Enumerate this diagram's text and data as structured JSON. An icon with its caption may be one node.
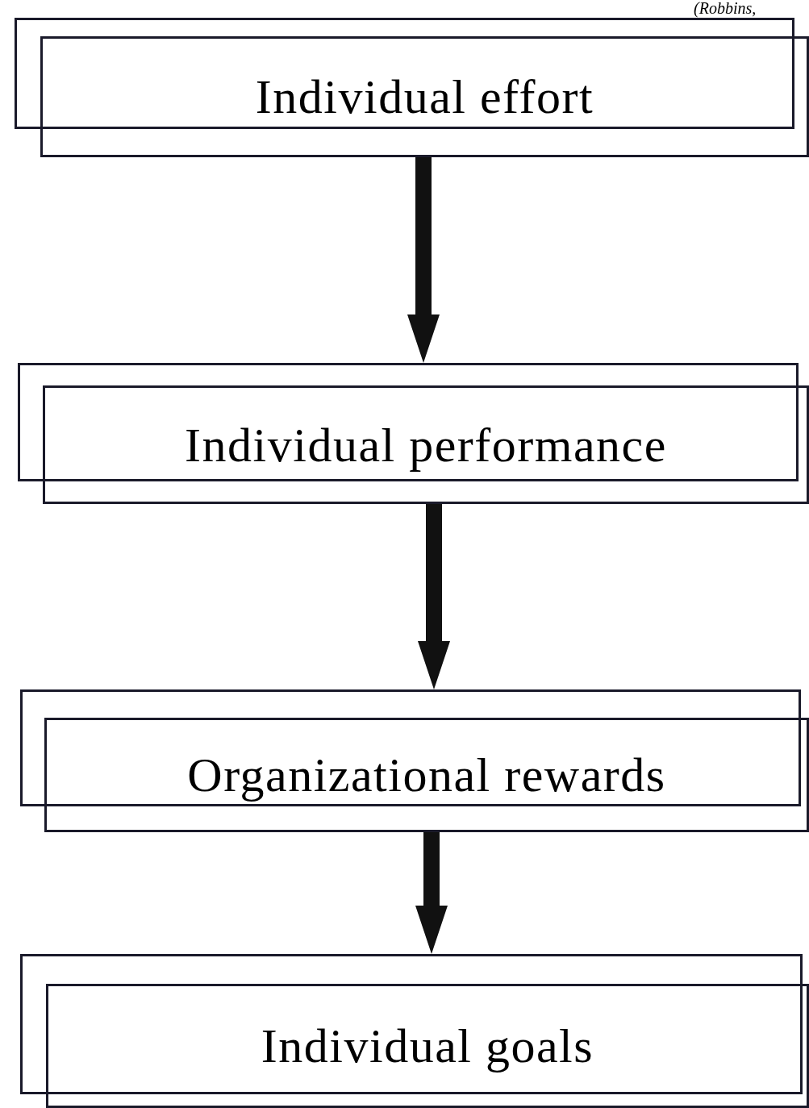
{
  "diagram": {
    "nodes": [
      {
        "text": [
          "Individual effort"
        ]
      },
      {
        "text": [
          "Individual performance"
        ]
      },
      {
        "text": [
          "Organizational rewards"
        ]
      },
      {
        "text": [
          "Individual goals"
        ]
      }
    ],
    "edges": [
      {
        "from": 0,
        "to": 1,
        "arrow": "to"
      },
      {
        "from": 1,
        "to": 2,
        "arrow": "to"
      },
      {
        "from": 2,
        "to": 3,
        "arrow": "to"
      }
    ],
    "labels": [
      "(Robbins,"
    ]
  }
}
